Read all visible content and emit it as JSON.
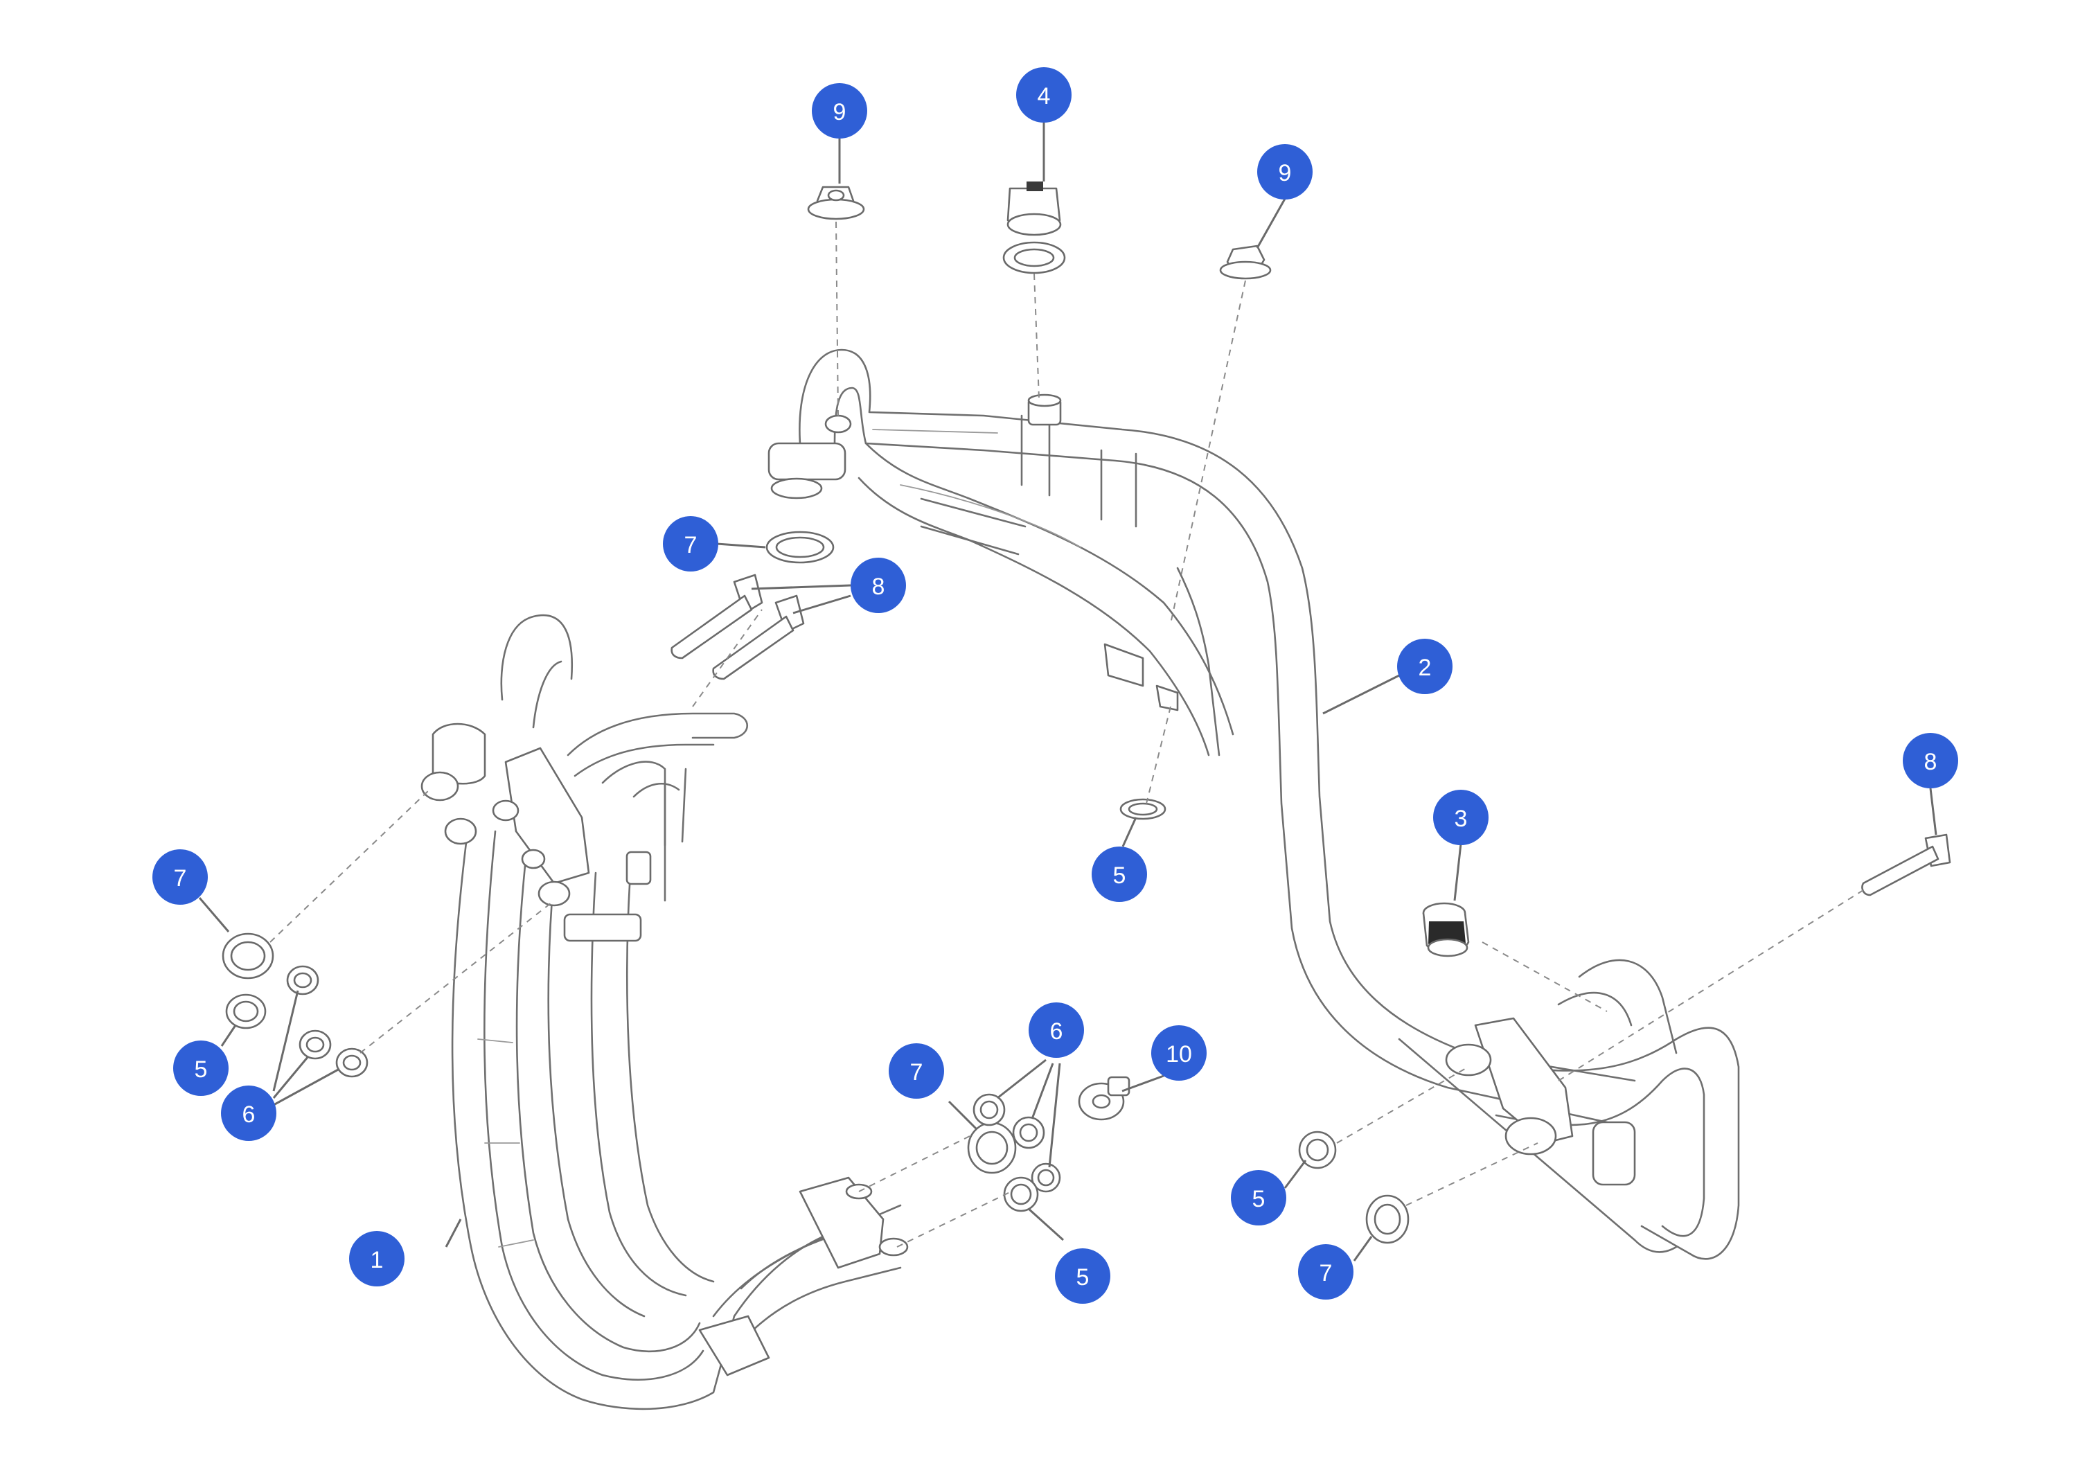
{
  "accent_color": "#2f5fd6",
  "callouts": [
    {
      "label": "9"
    },
    {
      "label": "4"
    },
    {
      "label": "9"
    },
    {
      "label": "7"
    },
    {
      "label": "8"
    },
    {
      "label": "2"
    },
    {
      "label": "3"
    },
    {
      "label": "8"
    },
    {
      "label": "5"
    },
    {
      "label": "7"
    },
    {
      "label": "5"
    },
    {
      "label": "6"
    },
    {
      "label": "7"
    },
    {
      "label": "6"
    },
    {
      "label": "10"
    },
    {
      "label": "5"
    },
    {
      "label": "7"
    },
    {
      "label": "1"
    },
    {
      "label": "5"
    }
  ]
}
